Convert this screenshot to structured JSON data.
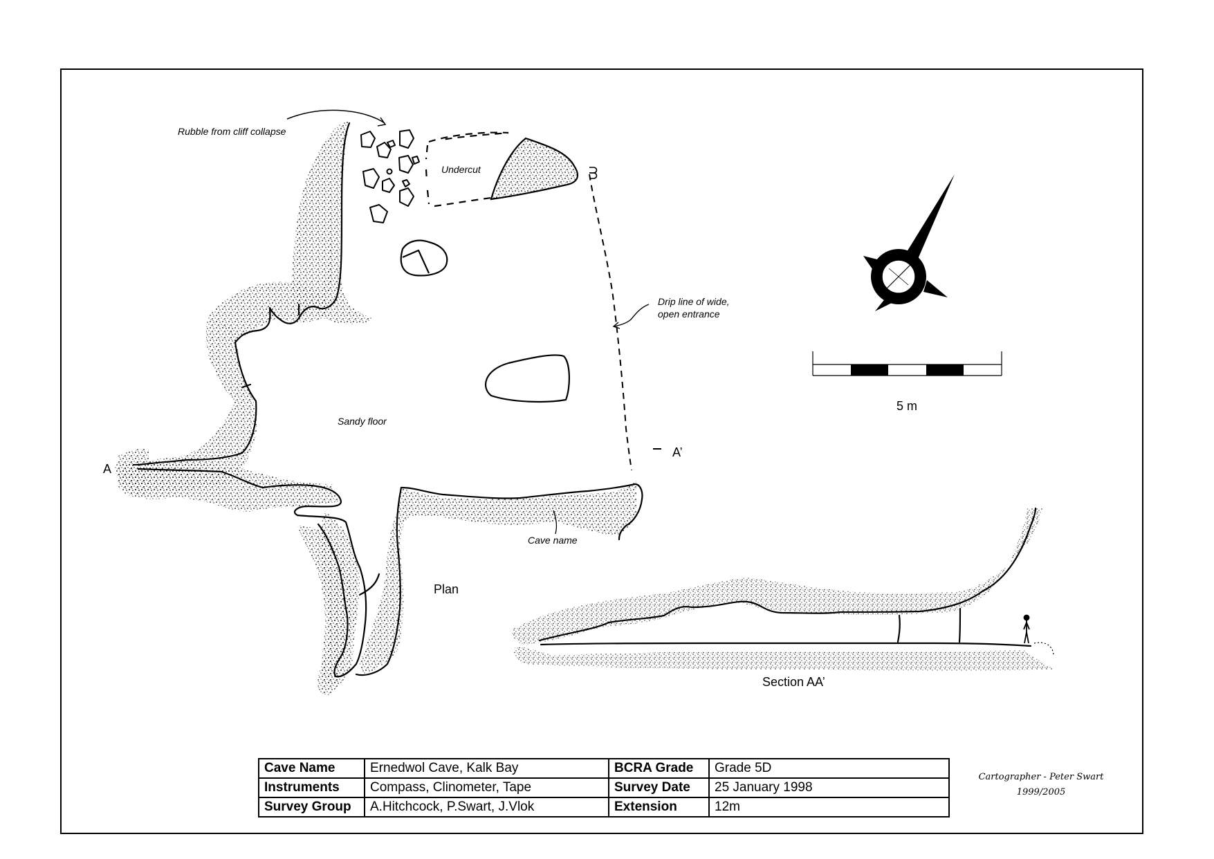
{
  "labels": {
    "rubble": "Rubble from cliff collapse",
    "undercut": "Undercut",
    "drip_line": [
      "Drip line of wide,",
      "open entrance"
    ],
    "sandy_floor": "Sandy floor",
    "cave_name": "Cave name",
    "plan": "Plan",
    "section": "Section AA’",
    "a": "A",
    "a_prime": "A’"
  },
  "scale": {
    "label": "5 m"
  },
  "info": {
    "cave_name": {
      "label": "Cave Name",
      "value": "Ernedwol Cave, Kalk Bay"
    },
    "instruments": {
      "label": "Instruments",
      "value": "Compass, Clinometer, Tape"
    },
    "survey_group": {
      "label": "Survey Group",
      "value": "A.Hitchcock, P.Swart, J.Vlok"
    },
    "bcra_grade": {
      "label": "BCRA Grade",
      "value": "Grade 5D"
    },
    "survey_date": {
      "label": "Survey Date",
      "value": "25 January 1998"
    },
    "extension": {
      "label": "Extension",
      "value": "12m"
    }
  },
  "credit": {
    "line1": "Cartographer - Peter Swart",
    "line2": "1999/2005"
  },
  "colors": {
    "ink": "#000000",
    "paper": "#ffffff"
  }
}
